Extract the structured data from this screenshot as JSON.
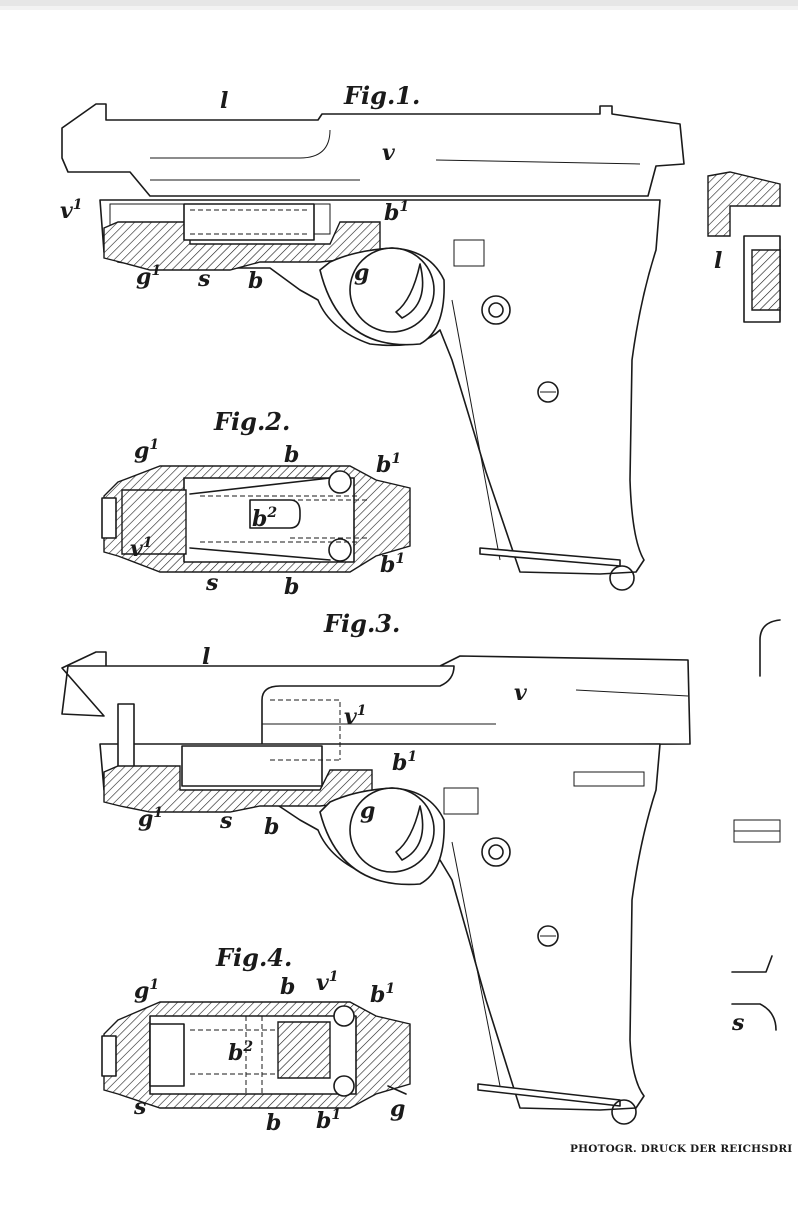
{
  "figures": {
    "fig1": {
      "title": "Fig.1.",
      "labels": [
        "l",
        "v",
        "v",
        "b",
        "g",
        "s",
        "b",
        "g"
      ]
    },
    "fig2": {
      "title": "Fig.2.",
      "labels": [
        "g",
        "b",
        "b",
        "b",
        "v",
        "s",
        "b",
        "b"
      ]
    },
    "fig3": {
      "title": "Fig.3.",
      "labels": [
        "l",
        "v",
        "v",
        "b",
        "g",
        "s",
        "b",
        "g"
      ]
    },
    "fig4": {
      "title": "Fig.4.",
      "labels": [
        "g",
        "b",
        "v",
        "b",
        "b",
        "s",
        "b",
        "b",
        "g"
      ]
    }
  },
  "right_edge_labels": [
    "l",
    "s"
  ],
  "superscripts": {
    "one": "1",
    "two": "2"
  },
  "printer_mark": "PHOTOGR. DRUCK DER REICHSDRI"
}
